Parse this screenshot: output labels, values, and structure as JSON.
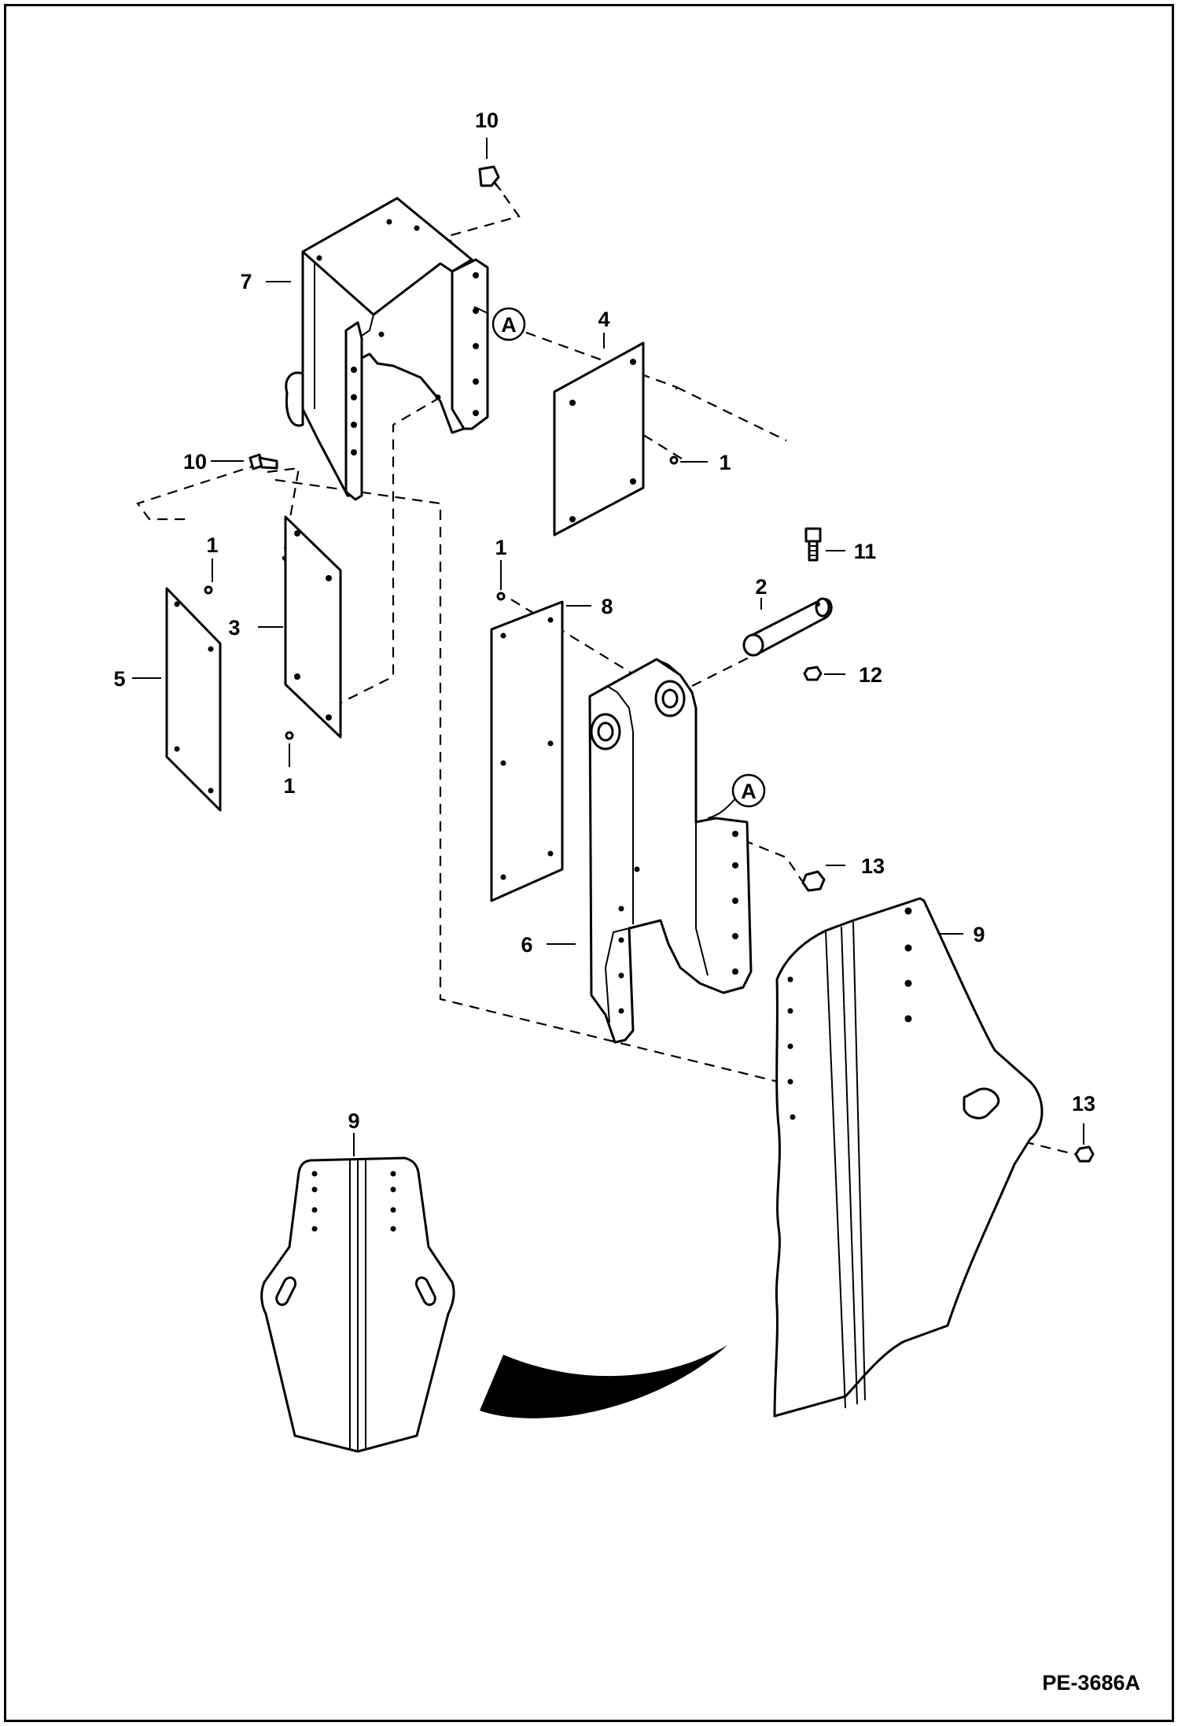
{
  "diagram": {
    "drawing_code": "PE-3686A",
    "callouts": [
      {
        "id": "callout-10-top",
        "text": "10"
      },
      {
        "id": "callout-7",
        "text": "7"
      },
      {
        "id": "callout-4",
        "text": "4"
      },
      {
        "id": "callout-10-left",
        "text": "10"
      },
      {
        "id": "callout-1-plate4",
        "text": "1"
      },
      {
        "id": "callout-1-plate5",
        "text": "1"
      },
      {
        "id": "callout-3",
        "text": "3"
      },
      {
        "id": "callout-5",
        "text": "5"
      },
      {
        "id": "callout-1-plate3",
        "text": "1"
      },
      {
        "id": "callout-1-plate8",
        "text": "1"
      },
      {
        "id": "callout-8",
        "text": "8"
      },
      {
        "id": "callout-11",
        "text": "11"
      },
      {
        "id": "callout-2",
        "text": "2"
      },
      {
        "id": "callout-12",
        "text": "12"
      },
      {
        "id": "callout-13-upper",
        "text": "13"
      },
      {
        "id": "callout-9-right",
        "text": "9"
      },
      {
        "id": "callout-6",
        "text": "6"
      },
      {
        "id": "callout-13-lower",
        "text": "13"
      },
      {
        "id": "callout-9-front",
        "text": "9"
      }
    ],
    "reference_markers": [
      {
        "id": "marker-a-upper",
        "text": "A"
      },
      {
        "id": "marker-a-lower",
        "text": "A"
      }
    ]
  }
}
